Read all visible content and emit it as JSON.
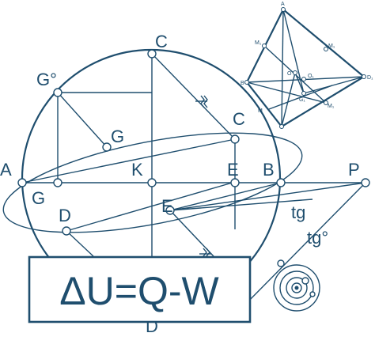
{
  "colors": {
    "ink": "#1f4e6e",
    "background": "#ffffff"
  },
  "labels": {
    "A": "A",
    "B": "B",
    "C_top": "C",
    "C_right": "C",
    "D_left": "D",
    "D_bottom": "D",
    "E_upper": "E",
    "E_lower": "E",
    "G_deg": "G°",
    "G_mid": "G",
    "G_left": "G",
    "K": "K",
    "P": "P",
    "tg": "tg",
    "tg_deg": "tg°"
  },
  "formula": "ΔU=Q-W",
  "pyramid_labels": {
    "A": "A",
    "B": "B",
    "O": "O",
    "D1": "D₁",
    "M1_top": "M₁",
    "M1_left": "M₁",
    "M1_right": "M₁",
    "M2": "M",
    "G1": "G₁",
    "G1_low": "G₁",
    "O1": "O₁"
  },
  "icons": [
    "atom-icon",
    "ruler-mark-icon"
  ]
}
